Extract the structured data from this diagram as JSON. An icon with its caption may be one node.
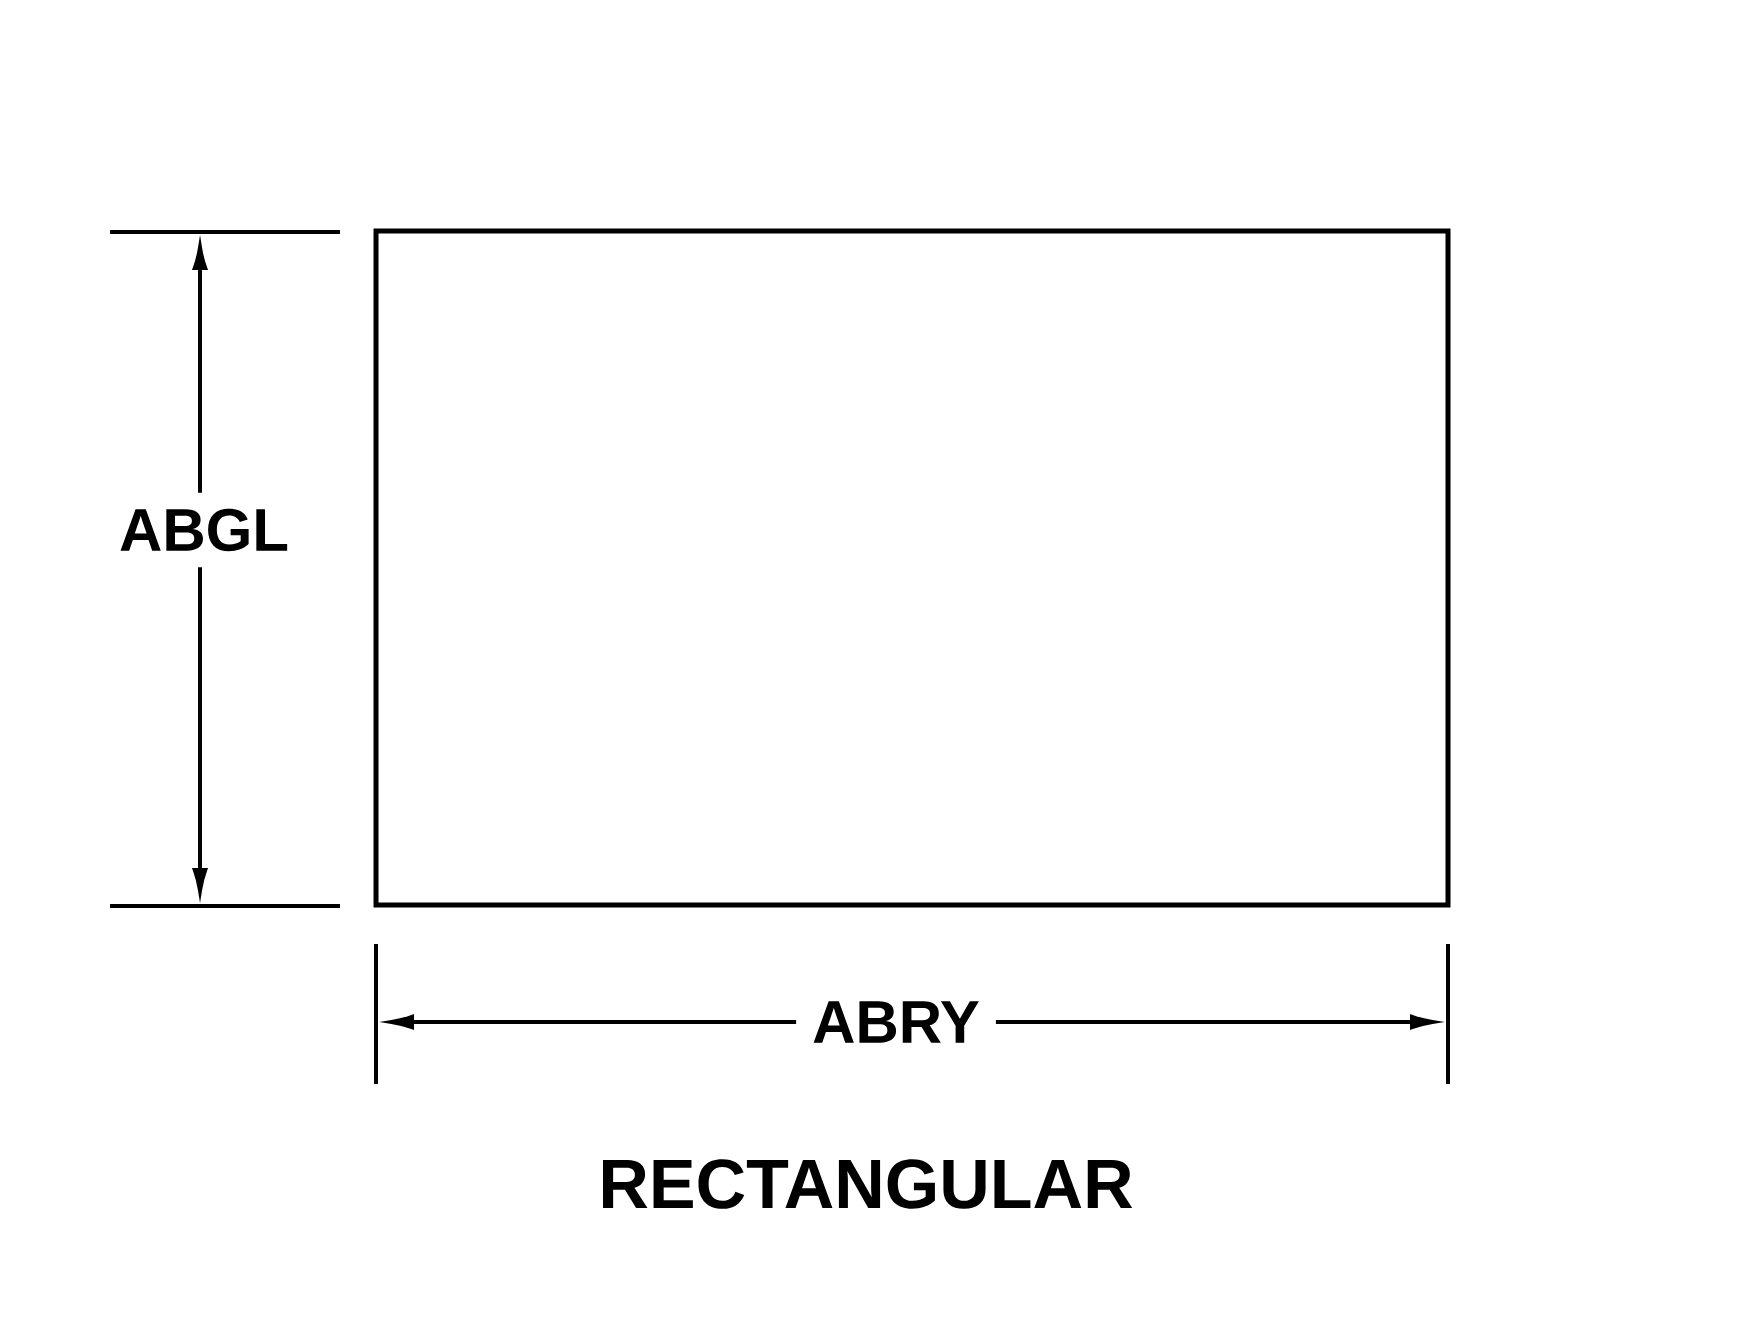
{
  "diagram": {
    "caption": "RECTANGULAR",
    "nodes": [
      {
        "text": [],
        "shape": "box"
      }
    ],
    "labels": [
      "ABGL",
      "ABRY"
    ]
  }
}
